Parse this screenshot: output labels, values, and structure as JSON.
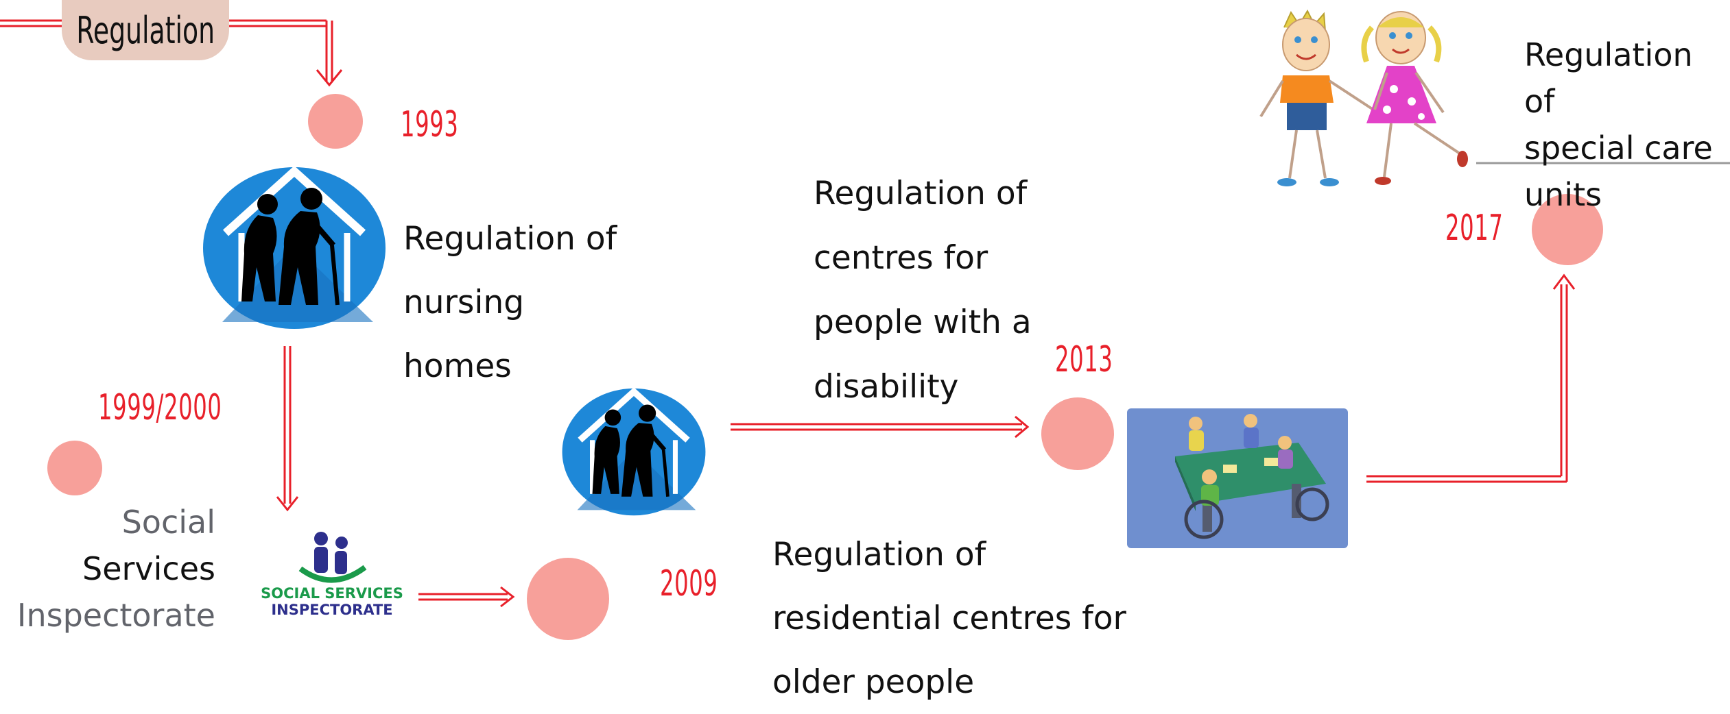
{
  "header": {
    "label": "Regulation"
  },
  "milestones": [
    {
      "id": "1993",
      "year": "1993",
      "caption": "Regulation of\nnursing\nhomes"
    },
    {
      "id": "1999",
      "year": "1999/2000",
      "caption_lines": [
        "Social",
        "Services",
        "Inspectorate"
      ]
    },
    {
      "id": "2009",
      "year": "2009",
      "caption": "Regulation of\nresidential centres for\nolder people"
    },
    {
      "id": "2013",
      "year": "2013",
      "caption": "Regulation of\ncentres for\npeople with a\ndisability"
    },
    {
      "id": "2017",
      "year": "2017",
      "caption": "Regulation of\nspecial care\nunits"
    }
  ],
  "logo": {
    "line1": "SOCIAL SERVICES",
    "line2": "INSPECTORATE"
  },
  "colors": {
    "arrow": "#e8202a",
    "dot": "#f7a09a",
    "pill": "#e8cbbf",
    "icon_blue": "#1e88d8",
    "meeting_bg": "#6f8fcf"
  },
  "icons": [
    "elderly-couple-house-icon",
    "elderly-couple-house-icon",
    "ssi-logo-icon",
    "group-meeting-illustration",
    "children-holding-hands-illustration"
  ]
}
